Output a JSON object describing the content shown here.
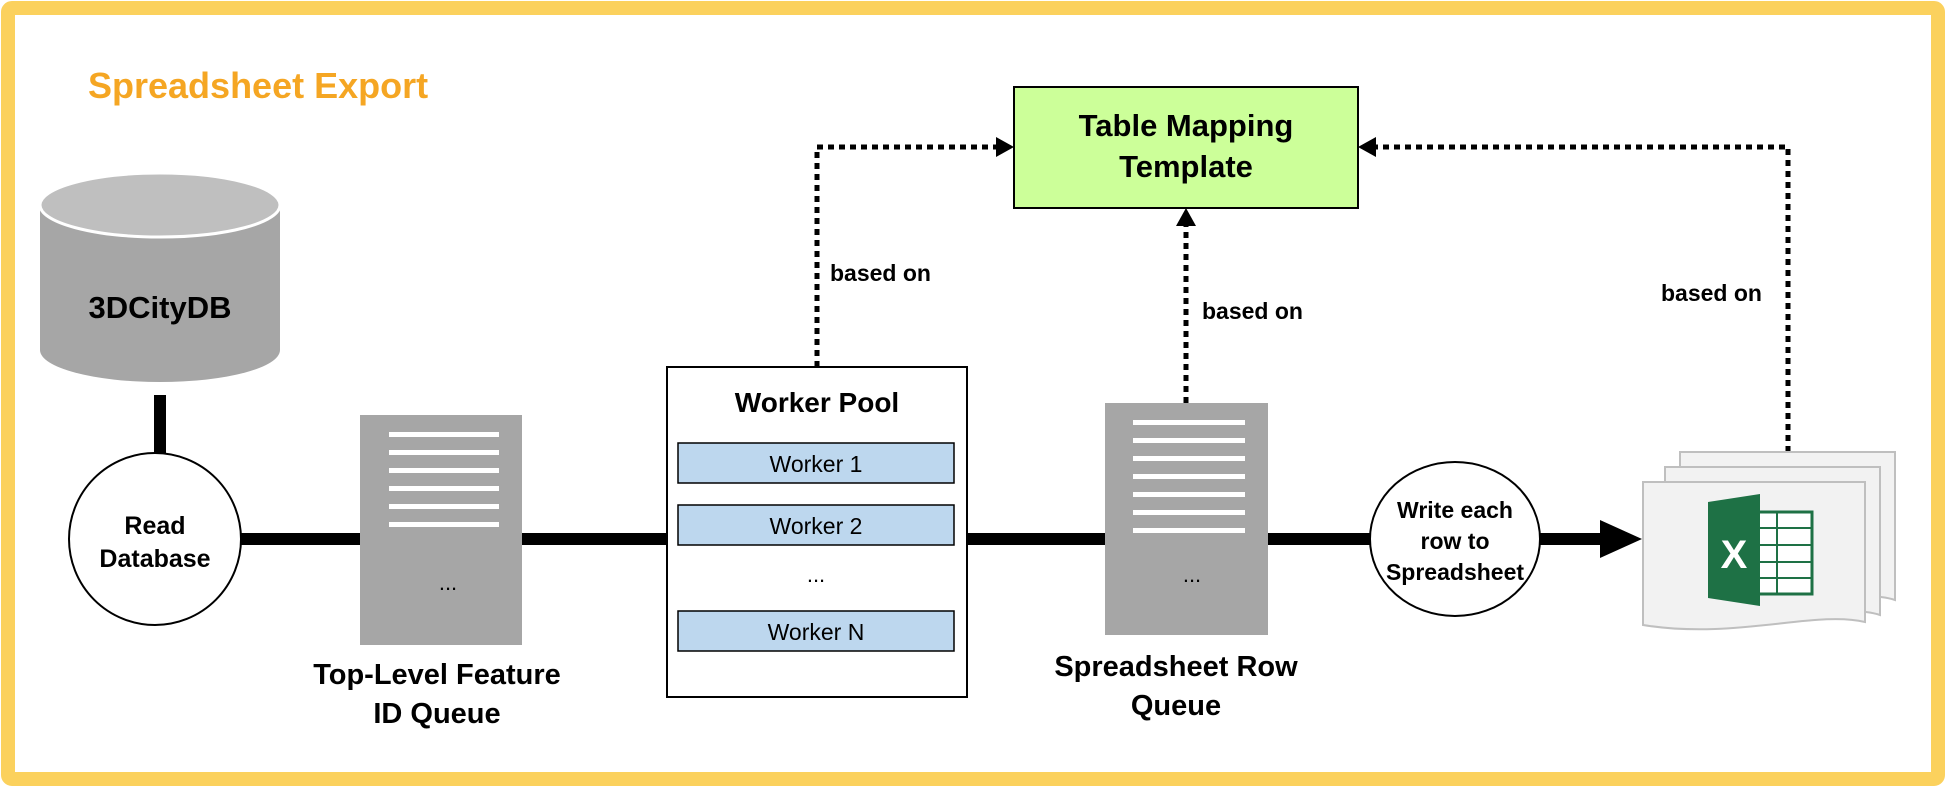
{
  "title": "Spreadsheet Export",
  "colors": {
    "frame": "#FBD15D",
    "title": "#F5A623",
    "database": "#A6A6A6",
    "queue": "#A6A6A6",
    "template_fill": "#CCFF99",
    "worker_fill": "#BDD7EE",
    "excel": "#1E7145"
  },
  "database": {
    "label": "3DCityDB"
  },
  "read_database": {
    "line1": "Read",
    "line2": "Database"
  },
  "feature_queue": {
    "ellipsis": "...",
    "line1": "Top-Level Feature",
    "line2": "ID Queue"
  },
  "worker_pool": {
    "title": "Worker Pool",
    "workers": [
      "Worker 1",
      "Worker 2",
      "Worker N"
    ],
    "ellipsis": "..."
  },
  "row_queue": {
    "ellipsis": "...",
    "line1": "Spreadsheet Row",
    "line2": "Queue"
  },
  "write_rows": {
    "line1": "Write each",
    "line2": "row to",
    "line3": "Spreadsheet"
  },
  "template": {
    "line1": "Table Mapping",
    "line2": "Template"
  },
  "based_on_labels": [
    "based on",
    "based on",
    "based on"
  ],
  "excel_icon": {
    "name": "excel-icon",
    "letter": "X"
  }
}
